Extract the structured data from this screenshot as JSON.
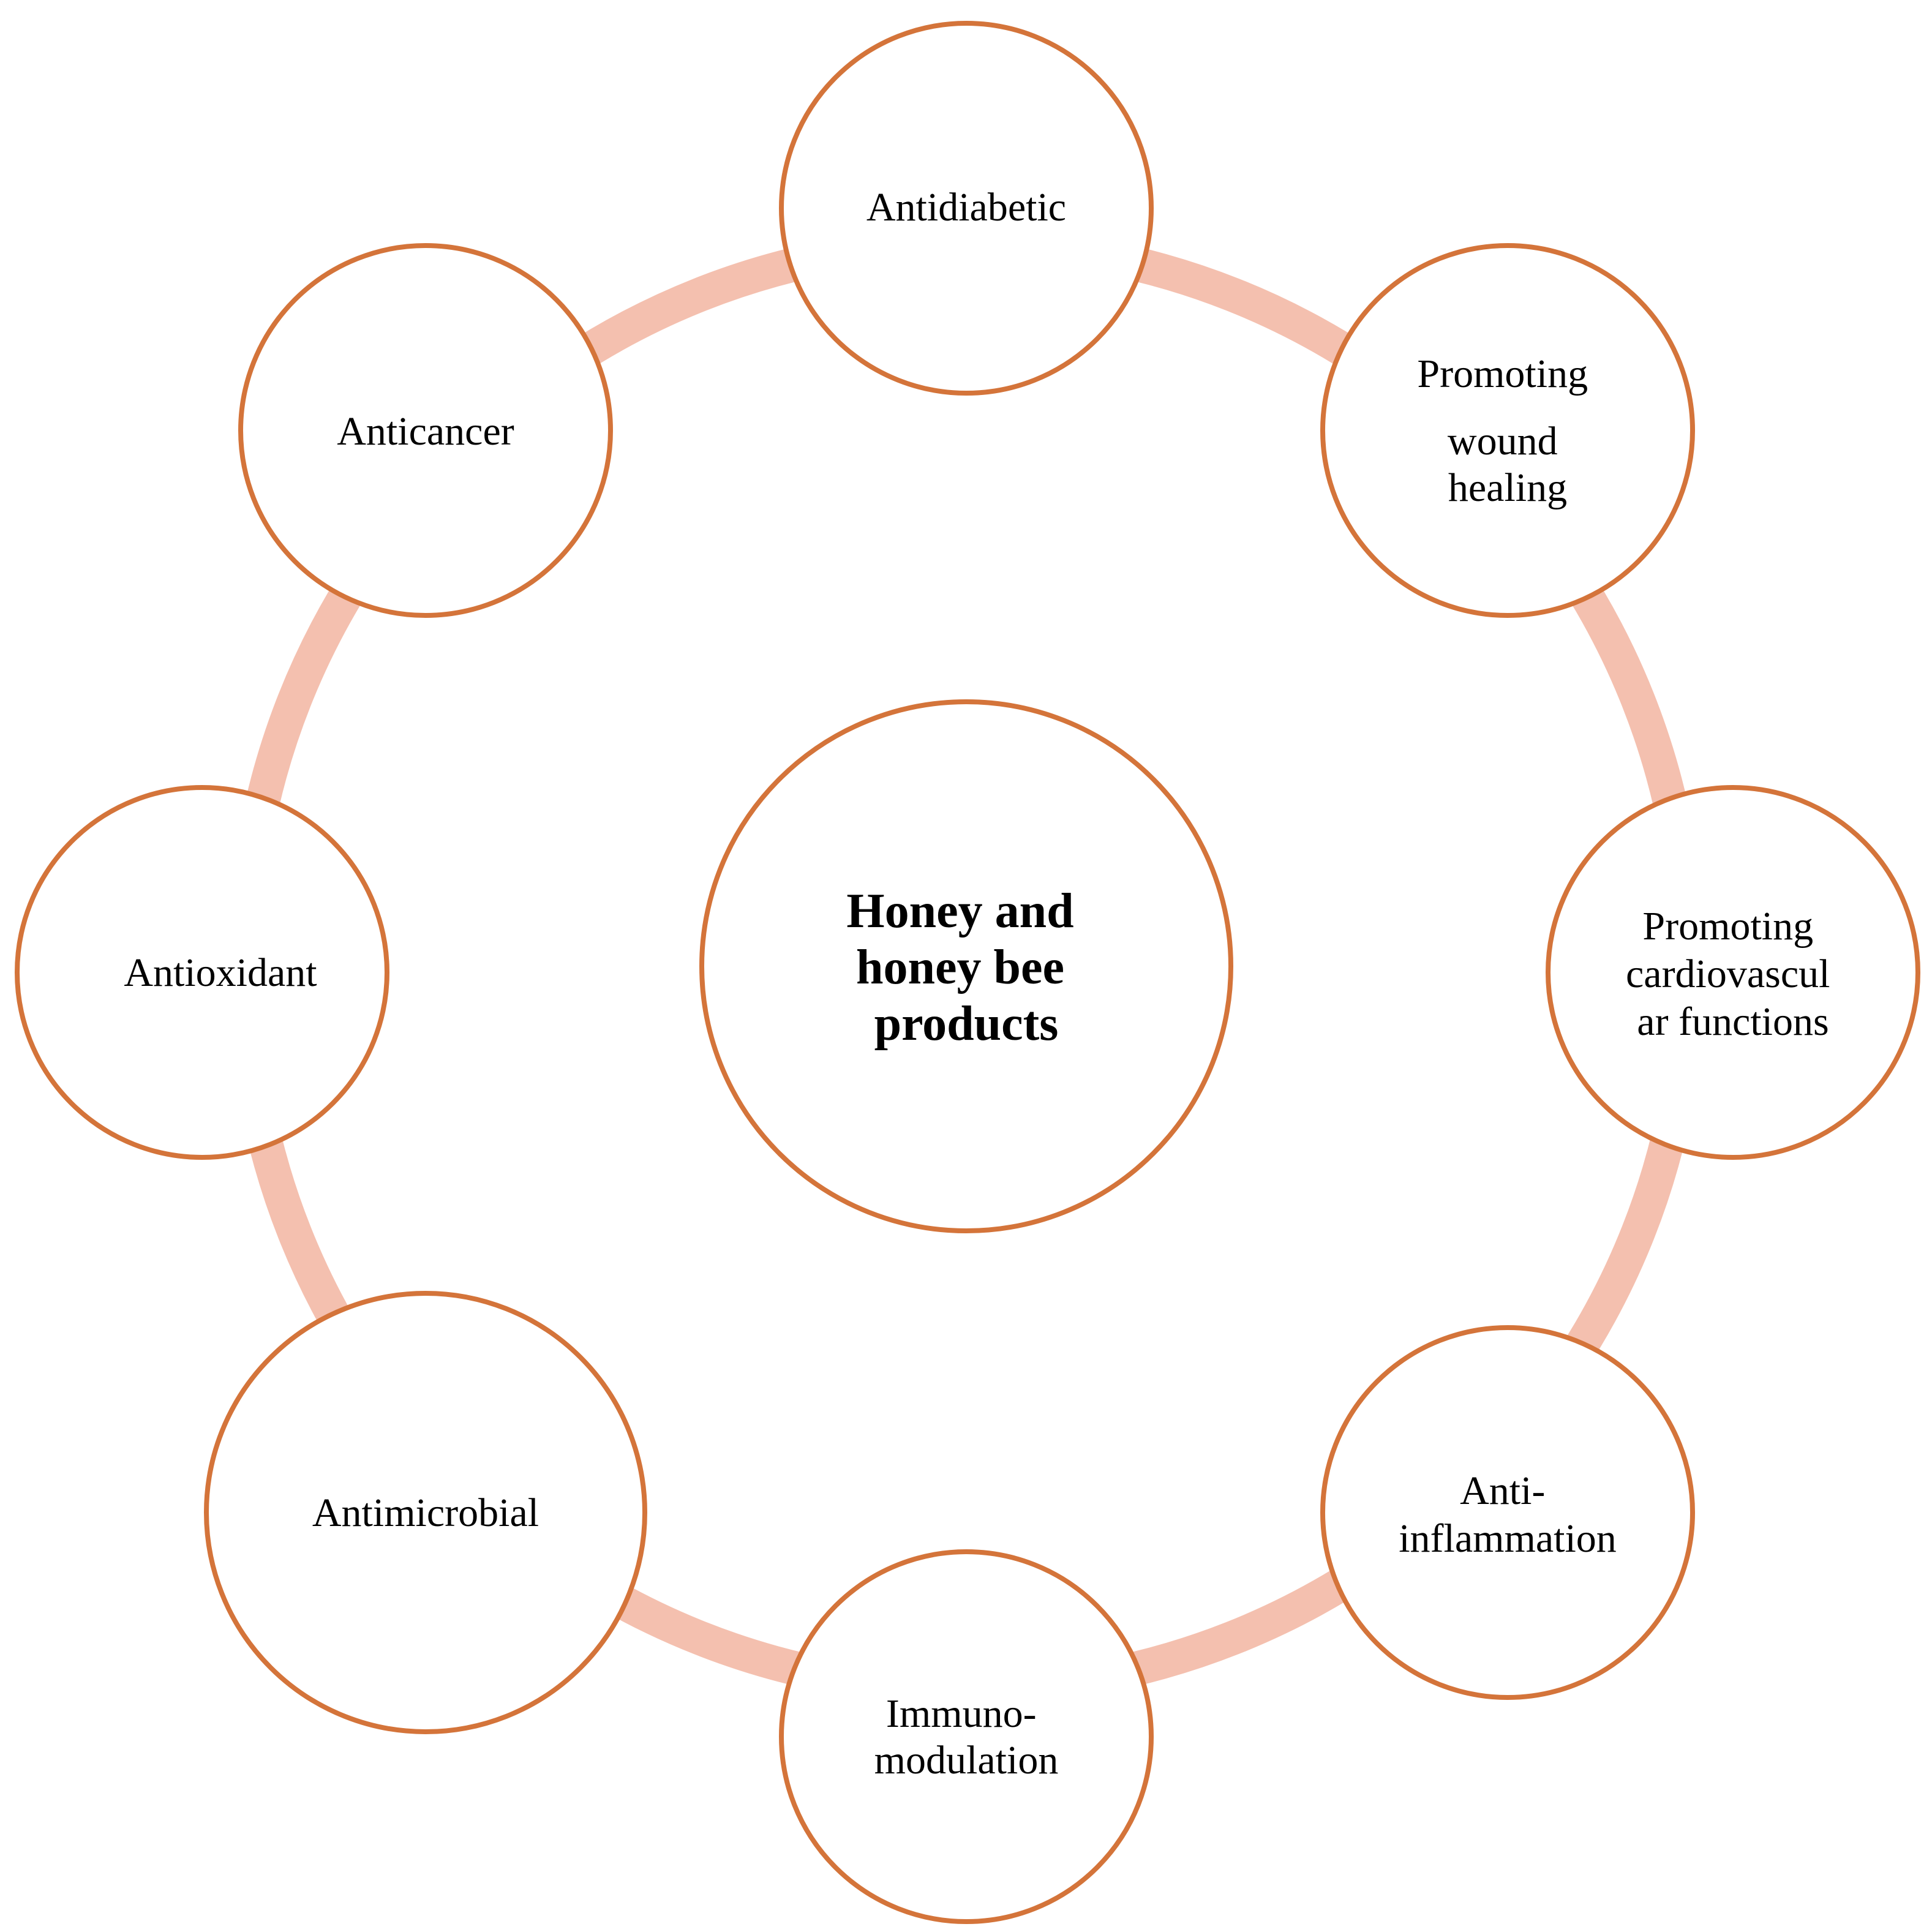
{
  "colors": {
    "ring": "#f4c0af",
    "node_stroke": "#d4743a",
    "text": "#000000",
    "background": "#ffffff"
  },
  "center": {
    "lines": [
      "Honey and",
      "honey bee",
      "products"
    ]
  },
  "nodes": [
    {
      "lines": [
        "Antidiabetic"
      ]
    },
    {
      "lines": [
        "Promoting",
        "wound",
        "healing"
      ]
    },
    {
      "lines": [
        "Promoting",
        "cardiovascul",
        "ar functions"
      ]
    },
    {
      "lines": [
        "Anti-",
        "inflammation"
      ]
    },
    {
      "lines": [
        "Immuno-",
        "modulation"
      ]
    },
    {
      "lines": [
        "Antimicrobial"
      ]
    },
    {
      "lines": [
        "Antioxidant"
      ]
    },
    {
      "lines": [
        "Anticancer"
      ]
    }
  ]
}
